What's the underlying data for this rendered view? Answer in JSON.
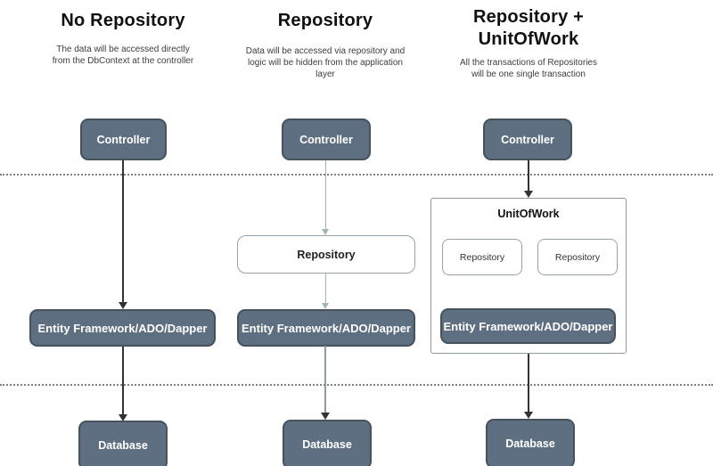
{
  "diagram": {
    "columns": [
      {
        "title": "No Repository",
        "subtitle": "The data will be accessed directly from the DbContext at the controller",
        "nodes": {
          "controller": "Controller",
          "entity": "Entity Framework/ADO/Dapper",
          "database": "Database"
        }
      },
      {
        "title": "Repository",
        "subtitle": "Data will be accessed via repository and logic will be hidden from the application layer",
        "nodes": {
          "controller": "Controller",
          "repository": "Repository",
          "entity": "Entity Framework/ADO/Dapper",
          "database": "Database"
        }
      },
      {
        "title": "Repository + UnitOfWork",
        "subtitle": "All the transactions of Repositories will be one single transaction",
        "nodes": {
          "controller": "Controller",
          "unitofwork": "UnitOfWork",
          "repository_left": "Repository",
          "repository_right": "Repository",
          "entity": "Entity Framework/ADO/Dapper",
          "database": "Database"
        }
      }
    ],
    "colors": {
      "node_fill": "#5d6f80",
      "node_border": "#46525c",
      "node_text": "#ffffff",
      "outline_border": "#98a2a8",
      "arrow_dark": "#333333",
      "arrow_light": "#a3b4b6",
      "separator": "#7e7e7e",
      "title_text": "#111111",
      "subtitle_text": "#3d3d3d"
    }
  }
}
